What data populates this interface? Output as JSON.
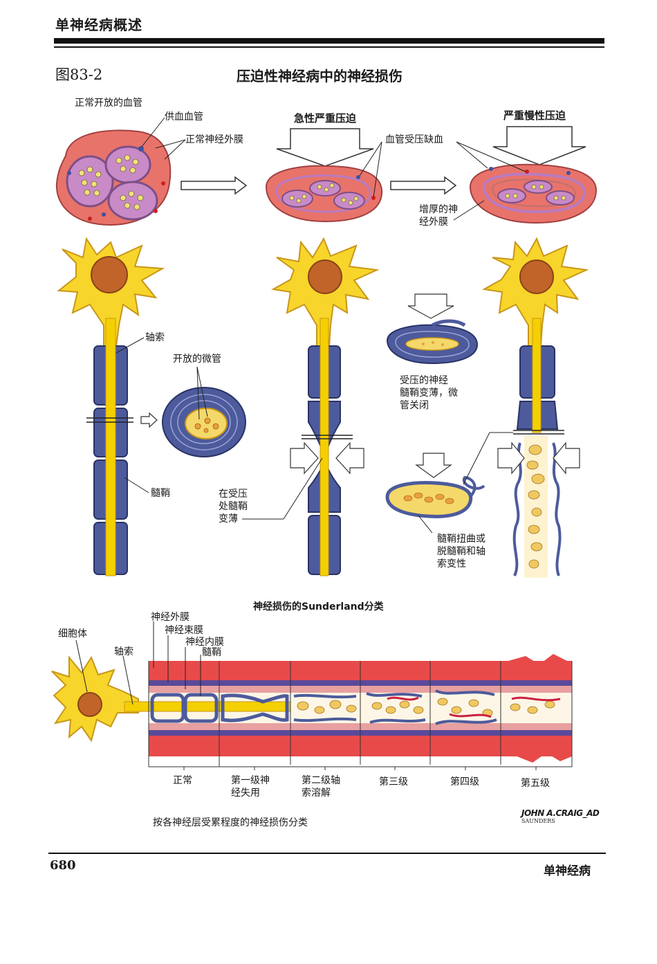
{
  "header": {
    "title": "单神经病概述"
  },
  "figure": {
    "label": "图83-2",
    "title": "压迫性神经病中的神经损伤"
  },
  "top_labels": {
    "normal_vessel": "正常开放的血管",
    "supply_vessel": "供血血管",
    "normal_epineurium": "正常神经外膜",
    "acute_compression": "急性严重压迫",
    "ischemic_vessel": "血管受压缺血",
    "chronic_compression": "严重慢性压迫",
    "thick_epineurium": "增厚的神\n经外膜"
  },
  "neuron_labels": {
    "axon": "轴索",
    "open_microtubule": "开放的微管",
    "myelin": "髓鞘",
    "thinned_myelin": "在受压\n处髓鞘\n变薄",
    "compressed_myelin": "受压的神经\n髓鞘变薄，微\n管关闭",
    "distorted_myelin": "髓鞘扭曲或\n脱髓鞘和轴\n索变性"
  },
  "sunderland": {
    "title": "神经损伤的Sunderland分类",
    "cell_body": "细胞体",
    "axon": "轴索",
    "epineurium": "神经外膜",
    "perineurium": "神经束膜",
    "endoneurium": "神经内膜",
    "myelin": "髓鞘",
    "grades": [
      "正常",
      "第一级神\n经失用",
      "第二级轴\n索溶解",
      "第三级",
      "第四级",
      "第五级"
    ],
    "caption": "按各神经层受累程度的神经损伤分类"
  },
  "signature": {
    "name": "JOHN A.CRAIG_AD",
    "publisher": "SAUNDERS"
  },
  "footer": {
    "page_number": "680",
    "title": "单神经病"
  },
  "colors": {
    "nerve_pink": "#e8736a",
    "fascicle_purple": "#b97cc0",
    "axon_yellow": "#f5d000",
    "myelin_blue": "#4d5b9c",
    "cell_brown": "#c0642a"
  }
}
